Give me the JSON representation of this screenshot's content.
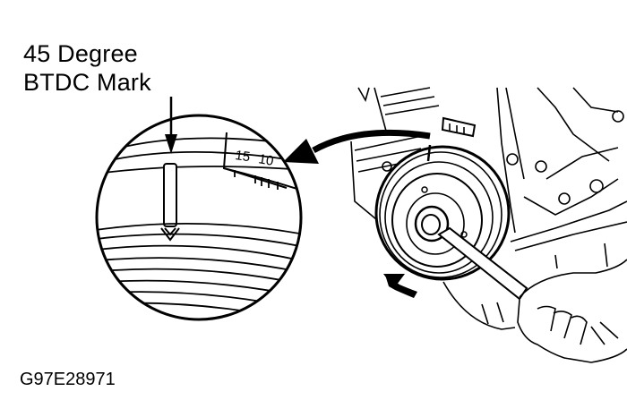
{
  "callout": {
    "line1": "45 Degree",
    "line2": "BTDC Mark"
  },
  "scale": {
    "tick_labels": [
      "15",
      "10"
    ]
  },
  "figure_id": "G97E28971",
  "colors": {
    "ink": "#000000",
    "background": "#ffffff"
  },
  "icons": [
    "down-arrow-icon",
    "curved-arrow-icon",
    "rotation-arrow-icon"
  ]
}
